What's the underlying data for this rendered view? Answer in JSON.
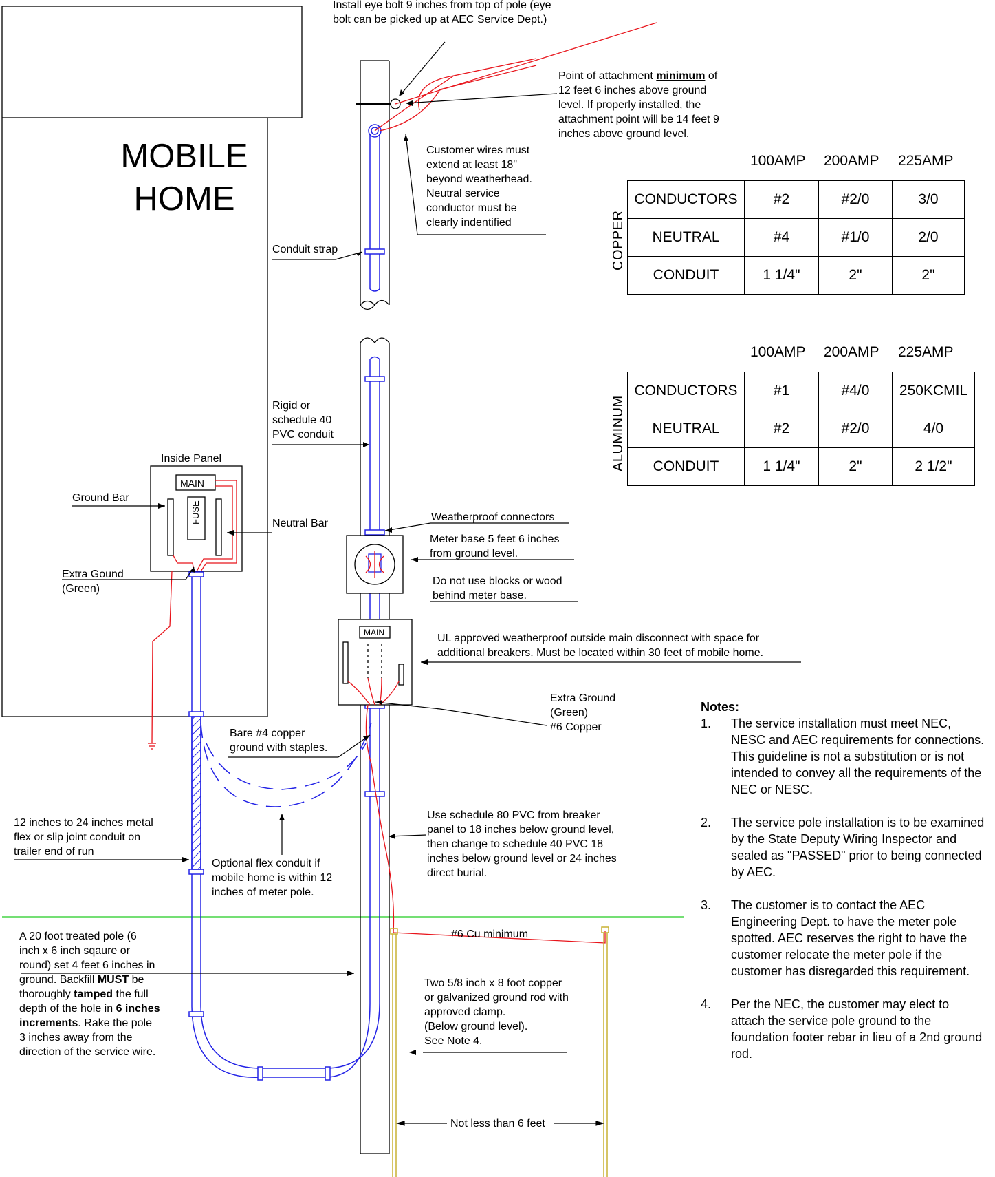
{
  "mobile_home": {
    "line1": "MOBILE",
    "line2": "HOME"
  },
  "labels": {
    "eye_bolt": "Install eye bolt 9 inches from top of pole (eye\nbolt can be picked up at AEC Service Dept.)",
    "attachment_pre": "Point of attachment ",
    "attachment_bold": "minimum",
    "attachment_post": " of\n12 feet 6 inches above ground\nlevel. If properly installed, the\nattachment point will be 14 feet 9\ninches above ground level.",
    "customer_wires": "Customer wires must\nextend at least 18\"\nbeyond weatherhead.\nNeutral service\nconductor must be\nclearly indentified",
    "conduit_strap": "Conduit strap",
    "rigid_pvc": "Rigid or\nschedule 40\nPVC conduit",
    "inside_panel": "Inside Panel",
    "panel_main": "MAIN",
    "panel_fuse": "FUSE",
    "ground_bar": "Ground Bar",
    "neutral_bar": "Neutral Bar",
    "extra_gound": "Extra Gound\n   (Green)",
    "weatherproof_connectors": "Weatherproof connectors",
    "meter_base": "Meter base 5 feet 6 inches\nfrom ground level.",
    "no_blocks": "Do not use blocks or wood\nbehind meter base.",
    "outside_main": "MAIN",
    "ul_approved": "UL approved weatherproof outside main disconnect with space for\nadditional breakers. Must be located within 30 feet of mobile home.",
    "extra_ground_green": "Extra Ground\n(Green)\n#6 Copper",
    "bare_copper": "Bare #4 copper\nground with staples.",
    "flex_conduit": "12 inches to 24 inches metal\nflex or slip joint conduit on\ntrailer end of run",
    "optional_flex": "Optional flex conduit if\nmobile home is within 12\ninches of meter pole.",
    "schedule_80": "Use schedule 80 PVC from breaker\npanel to 18 inches below ground level,\nthen change to schedule 40 PVC 18\ninches below ground level or 24 inches\ndirect burial.",
    "pole_a": "A 20 foot treated pole (6\ninch x 6 inch sqaure or\nround) set 4 feet 6 inches in\nground. Backfill ",
    "pole_must": "MUST",
    "pole_b": " be\nthoroughly ",
    "pole_tamped": "tamped",
    "pole_c": " the full\ndepth of the hole in ",
    "pole_6in": "6 inches\nincrements",
    "pole_d": ". Rake the pole\n3 inches away from the\ndirection of the service wire.",
    "cu_min": "#6 Cu minimum",
    "ground_rod": "Two 5/8 inch x 8 foot copper\nor galvanized ground rod with\napproved clamp.\n(Below ground level).\nSee Note 4.",
    "not_less": "Not less than 6 feet"
  },
  "copper_table": {
    "label": "COPPER",
    "headers": [
      "100AMP",
      "200AMP",
      "225AMP"
    ],
    "rows": [
      {
        "name": "CONDUCTORS",
        "values": [
          "#2",
          "#2/0",
          "3/0"
        ]
      },
      {
        "name": "NEUTRAL",
        "values": [
          "#4",
          "#1/0",
          "2/0"
        ]
      },
      {
        "name": "CONDUIT",
        "values": [
          "1 1/4\"",
          "2\"",
          "2\""
        ]
      }
    ]
  },
  "aluminum_table": {
    "label": "ALUMINUM",
    "headers": [
      "100AMP",
      "200AMP",
      "225AMP"
    ],
    "rows": [
      {
        "name": "CONDUCTORS",
        "values": [
          "#1",
          "#4/0",
          "250KCMIL"
        ]
      },
      {
        "name": "NEUTRAL",
        "values": [
          "#2",
          "#2/0",
          "4/0"
        ]
      },
      {
        "name": "CONDUIT",
        "values": [
          "1 1/4\"",
          "2\"",
          "2 1/2\""
        ]
      }
    ]
  },
  "notes": {
    "title": "Notes:",
    "items": [
      {
        "num": "1.",
        "text": "The service installation must meet NEC, NESC and AEC requirements for connections. This guideline is not a substitution or is not intended to convey all the requirements of the NEC or NESC."
      },
      {
        "num": "2.",
        "text": "The service pole installation is to be examined by the State Deputy Wiring Inspector and sealed as \"PASSED\" prior to being connected by AEC."
      },
      {
        "num": "3.",
        "text": "The customer is to contact the AEC Engineering Dept. to have the meter pole spotted. AEC reserves the right to have the customer  relocate the meter pole if the customer has disregarded this requirement."
      },
      {
        "num": "4.",
        "text": "Per the NEC, the customer may elect to attach the service pole ground to the foundation footer rebar in lieu of a 2nd ground rod."
      }
    ]
  },
  "colors": {
    "wire": "#e8141b",
    "conduit": "#2323e6",
    "ground_line": "#22cc22",
    "ground_rod": "#c9b233"
  }
}
